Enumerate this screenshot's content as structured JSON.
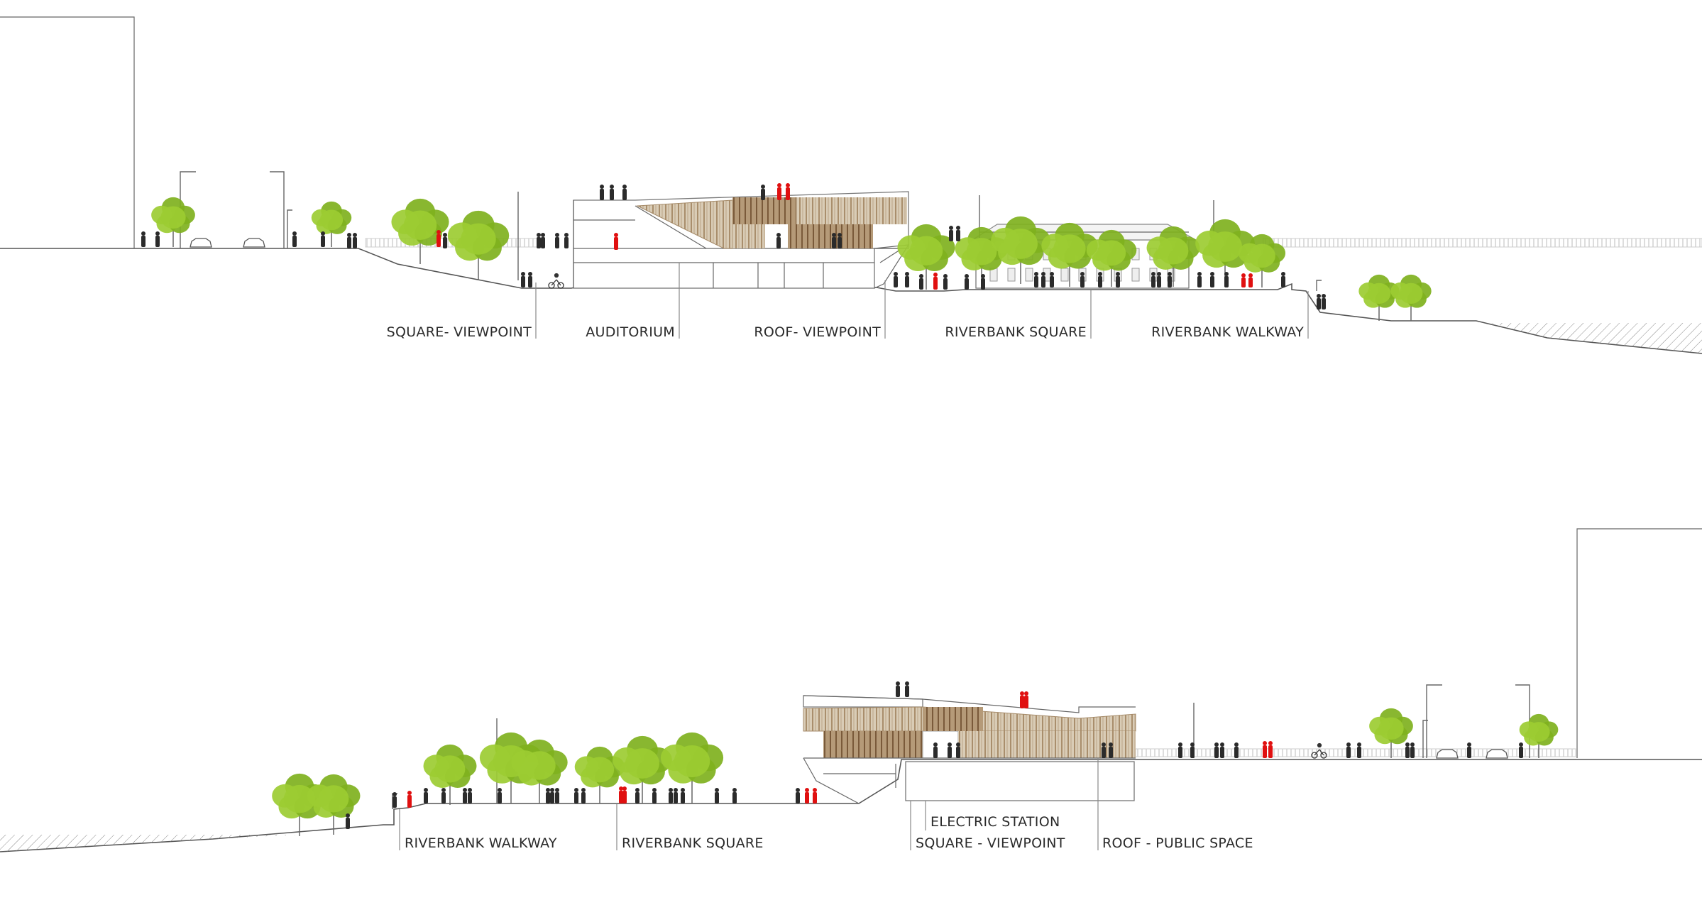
{
  "palette": {
    "tree": "#9ccc32",
    "tree_dark": "#7fb11e",
    "timber": "#c9b79a",
    "timber_dark": "#8a6b4a",
    "person": "#2b2b2b",
    "person_highlight": "#e01010",
    "ground": "#555555"
  },
  "section_top": {
    "labels": [
      {
        "id": "square-viewpoint",
        "text": "SQUARE- VIEWPOINT"
      },
      {
        "id": "auditorium",
        "text": "AUDITORIUM"
      },
      {
        "id": "roof-viewpoint",
        "text": "ROOF- VIEWPOINT"
      },
      {
        "id": "riverbank-square",
        "text": "RIVERBANK SQUARE"
      },
      {
        "id": "riverbank-walkway",
        "text": "RIVERBANK WALKWAY"
      }
    ]
  },
  "section_bottom": {
    "labels": [
      {
        "id": "riverbank-walkway",
        "text": "RIVERBANK WALKWAY"
      },
      {
        "id": "riverbank-square",
        "text": "RIVERBANK SQUARE"
      },
      {
        "id": "electric-station",
        "text": "ELECTRIC STATION"
      },
      {
        "id": "square-viewpoint",
        "text": "SQUARE - VIEWPOINT"
      },
      {
        "id": "roof-public-space",
        "text": "ROOF - PUBLIC SPACE"
      }
    ]
  },
  "icons": [
    "tree-icon",
    "person-icon",
    "car-icon",
    "street-lamp-icon",
    "bicycle-icon"
  ]
}
